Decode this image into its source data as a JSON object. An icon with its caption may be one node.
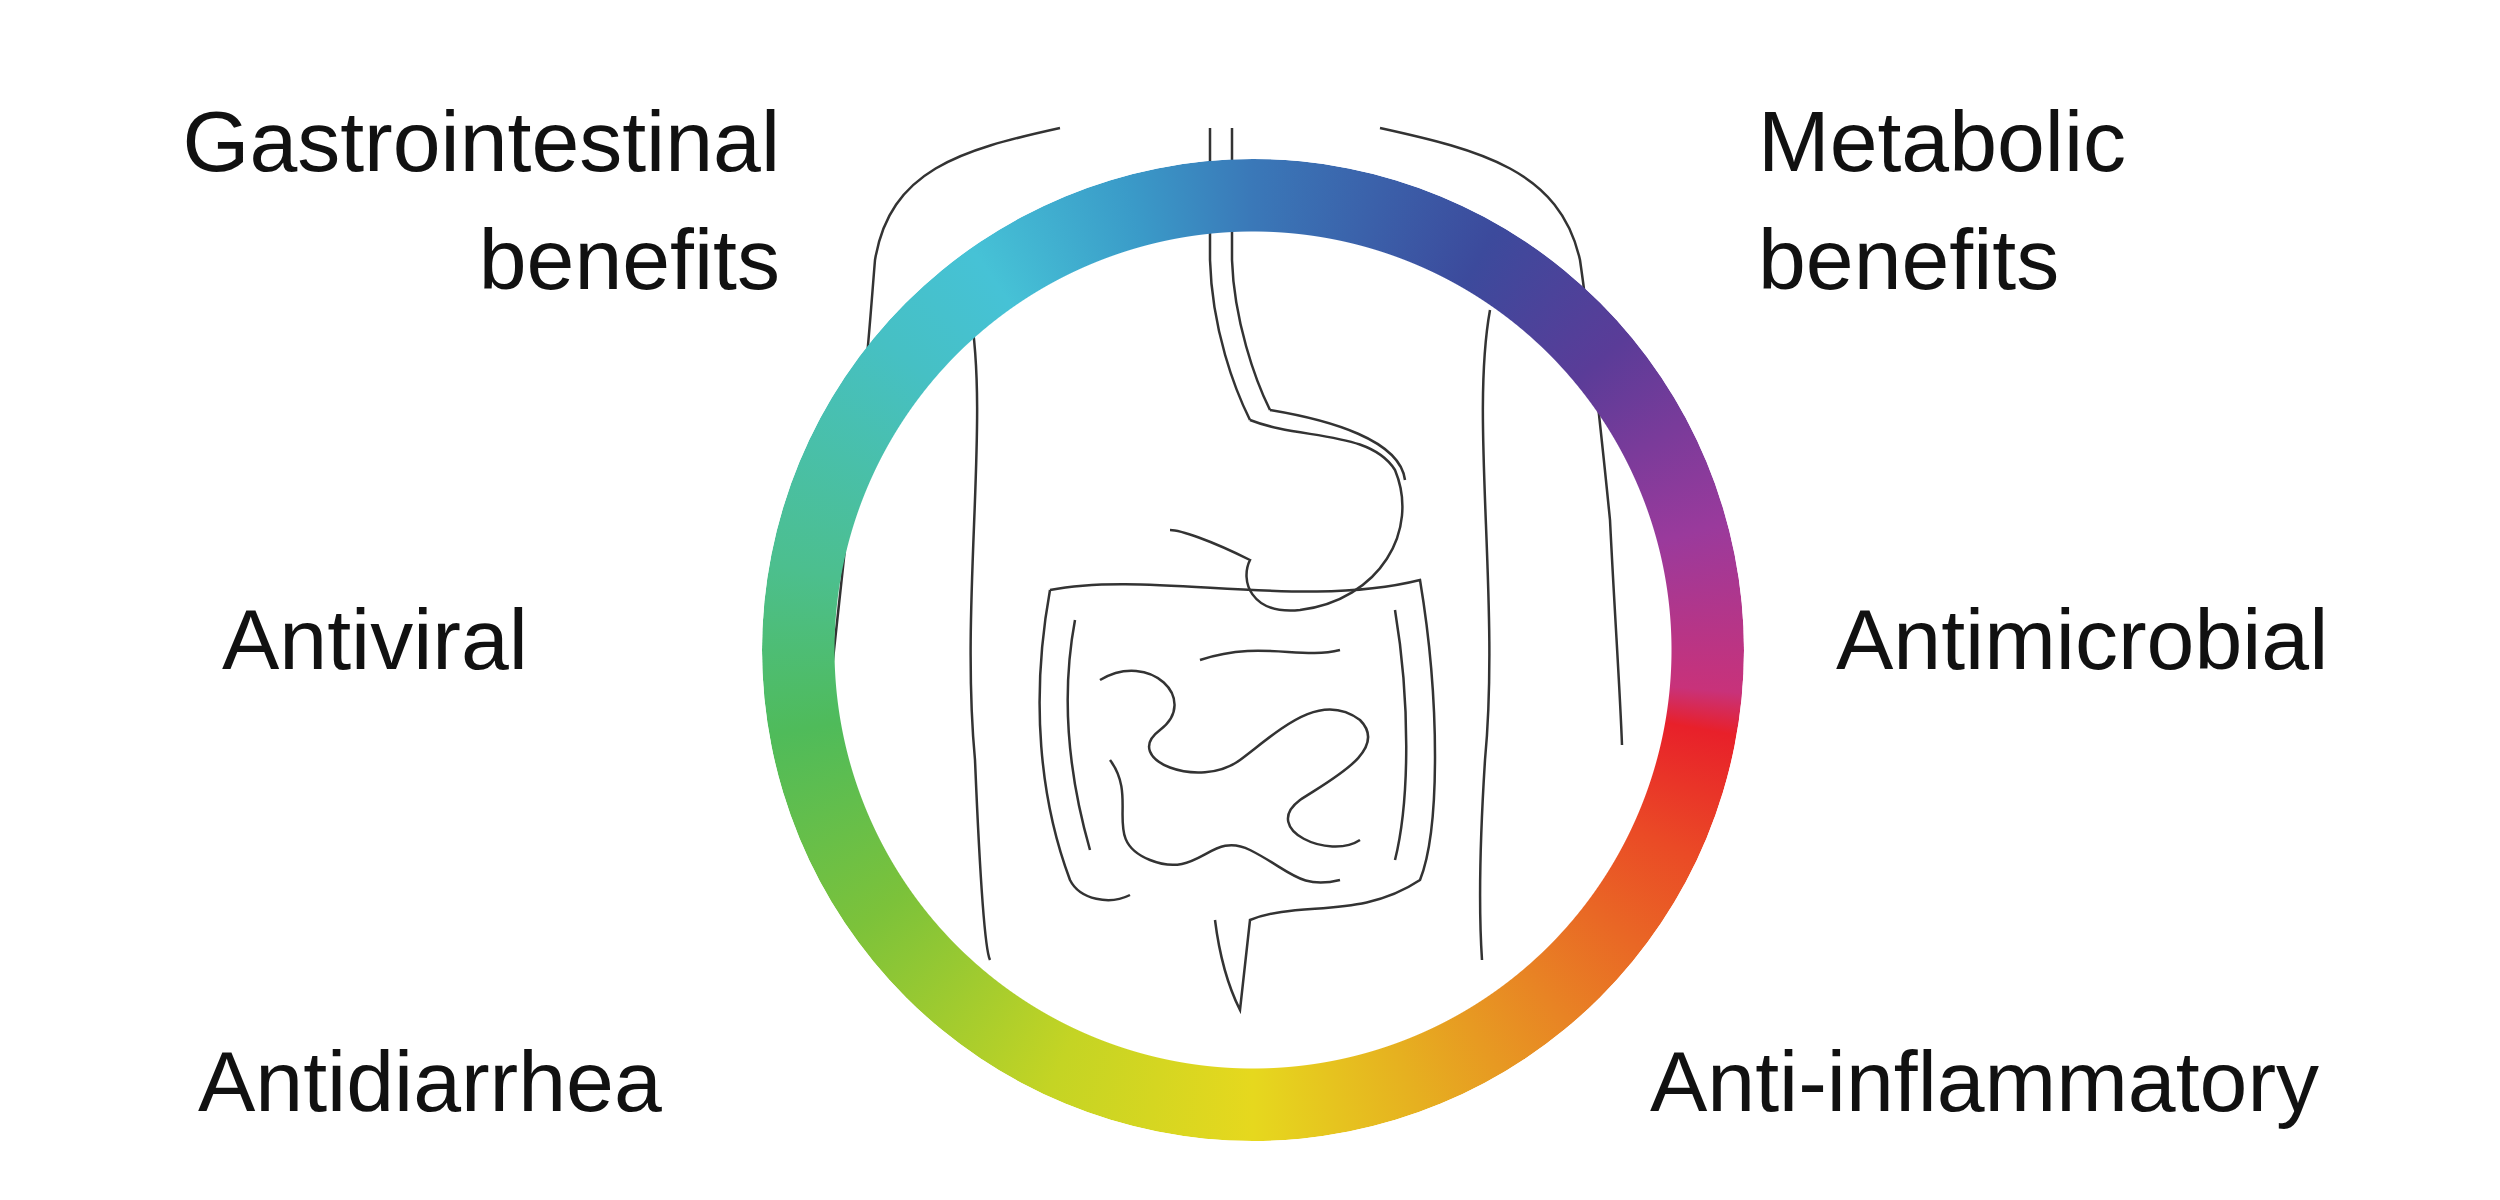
{
  "diagram": {
    "labels": [
      "Gastrointestinal benefits",
      "Metabolic benefits",
      "Antiviral",
      "Antimicrobial",
      "Antidiarrhea",
      "Anti-inflammatory"
    ]
  }
}
